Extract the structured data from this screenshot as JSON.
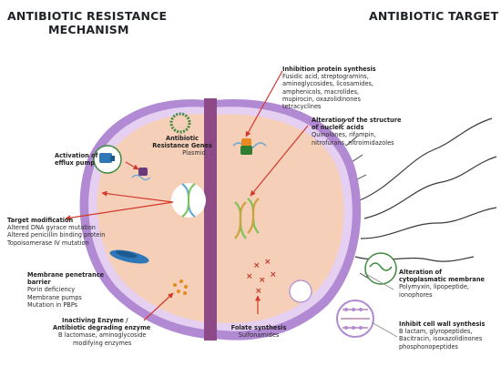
{
  "titles": {
    "left_line1": "ANTIBIOTIC RESISTANCE",
    "left_line2": "MECHANISM",
    "right": "ANTIBIOTIC TARGET"
  },
  "resistance": {
    "genes": {
      "heading1": "Antibiotic",
      "heading2": "Resistance Genes",
      "sub": "Plasmid"
    },
    "efflux": {
      "heading1": "Activation of",
      "heading2": "efflux pump"
    },
    "target_mod": {
      "heading": "Target modification",
      "lines": [
        "Altered DNA gyrace mutation",
        "Altered penicillin binding protein",
        "Topoisomerase IV mutation"
      ]
    },
    "membrane": {
      "heading1": "Membrane penetrance",
      "heading2": "barrier",
      "lines": [
        "Porin deficiency",
        "Membrane pumps",
        "Mutation in PBPs"
      ]
    },
    "enzyme": {
      "heading1": "Inactiving Enzyme /",
      "heading2": "Antibiotic degrading enzyme",
      "lines": [
        "B lactomase, aminoglycoside",
        "modifying enzymes"
      ]
    }
  },
  "targets": {
    "protein": {
      "heading": "Inhibition protein synthesis",
      "lines": [
        "Fusidic acid, streptogramins,",
        "aminoglycosides, licosamides,",
        "amphenicols, macrolides,",
        "mupirocin, oxazolidinones",
        "tetracyclines"
      ]
    },
    "nucleic": {
      "heading1": "Alteration of the structure",
      "heading2": "of nucleic acids",
      "lines": [
        "Quinolones, rifampin,",
        "nitrofurans,  nitroimidazoles"
      ]
    },
    "folate": {
      "heading": "Folate synthesis",
      "sub": "Sulfonamides"
    },
    "cytoplasmic": {
      "heading1": "Alteration of",
      "heading2": "cytoplasmatic membrane",
      "lines": [
        "Polymyxin, lipopeptide,",
        "ionophores"
      ]
    },
    "cellwall": {
      "heading": "Inhibit cell wall synthesis",
      "lines": [
        "B lactam, glyropeptides,",
        "Bacitracin, isoxazolidinones",
        "phosphonopeptides"
      ]
    }
  },
  "colors": {
    "cell_fill": "#f6cfb8",
    "membrane_outer": "#b28ad4",
    "membrane_inner": "#e5d0f2",
    "septum": "#8e4a87",
    "arrow": "#d2392b",
    "flagella": "#3a3a3a",
    "efflux_blue": "#2e78b8",
    "dna_green": "#7cc35a",
    "enzyme_orange": "#e58a22",
    "folate_red": "#c0392b"
  }
}
